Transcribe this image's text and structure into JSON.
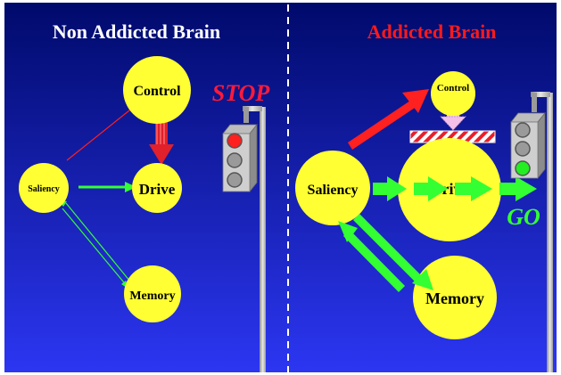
{
  "left_panel": {
    "title": "Non Addicted Brain",
    "nodes": {
      "control": "Control",
      "drive": "Drive",
      "saliency": "Saliency",
      "memory": "Memory"
    },
    "signal_label": "STOP",
    "traffic_light_active": "red"
  },
  "right_panel": {
    "title": "Addicted Brain",
    "nodes": {
      "control": "Control",
      "drive": "Drive",
      "saliency": "Saliency",
      "memory": "Memory"
    },
    "signal_label": "GO",
    "traffic_light_active": "green"
  },
  "colors": {
    "background_top": "#000a6b",
    "background_bottom": "#2c36f2",
    "node_fill": "#ffff33",
    "title_left": "#ffffff",
    "title_right": "#ff1a1a",
    "stop": "#ff1a3a",
    "go": "#33ff33",
    "arrow_red": "#ff2020",
    "arrow_green": "#33ff33"
  }
}
